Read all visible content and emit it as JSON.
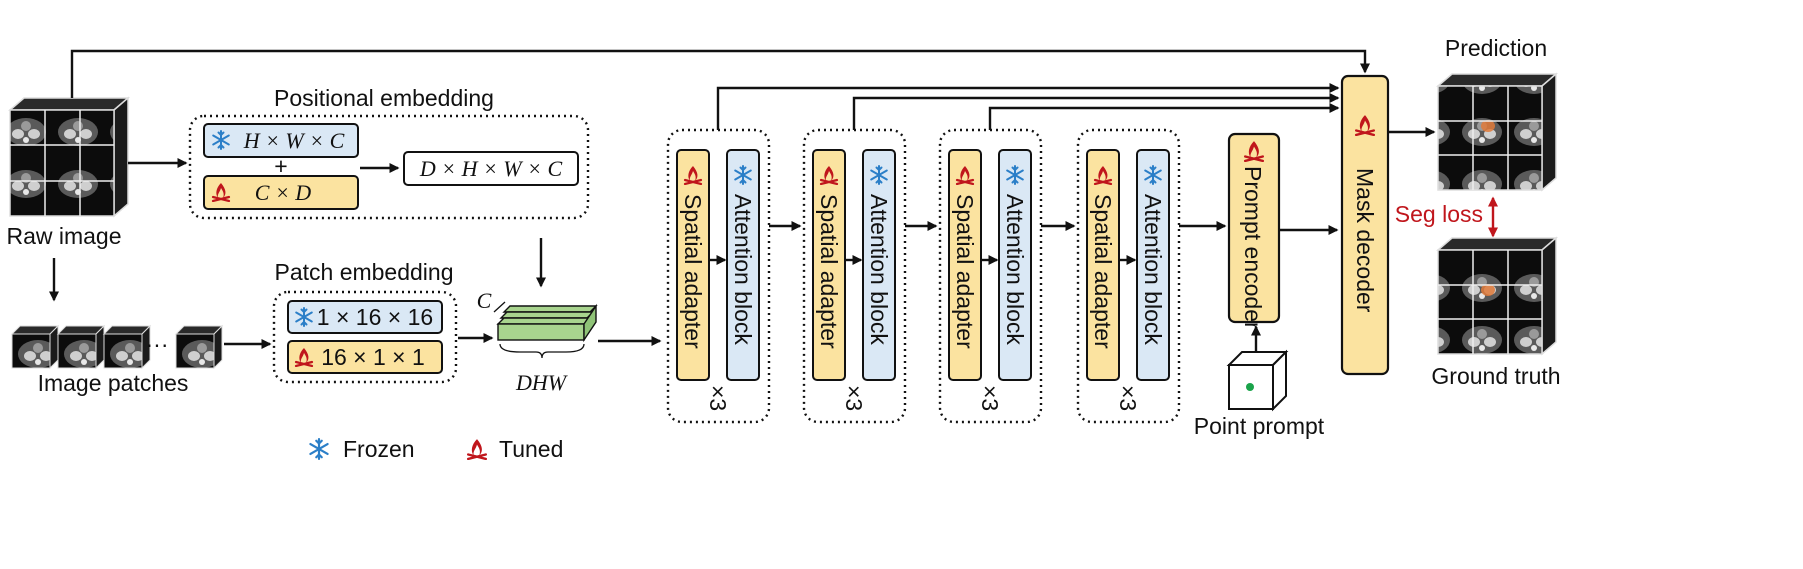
{
  "labels": {
    "raw_image": "Raw image",
    "image_patches": "Image patches",
    "positional_embedding": "Positional embedding",
    "patch_embedding": "Patch embedding",
    "pos_frozen_expr": "H × W × C",
    "plus": "+",
    "pos_tuned_expr": "C × D",
    "pos_result_expr": "D × H × W × C",
    "patch_frozen_expr": "1 × 16 × 16",
    "patch_tuned_expr": "16 × 1 × 1",
    "stack_c_label": "C",
    "stack_dhw_label": "DHW",
    "spatial_adapter": "Spatial adapter",
    "attention_block": "Attention block",
    "repeat": "×3",
    "prompt_encoder": "Prompt encoder",
    "point_prompt": "Point prompt",
    "mask_decoder": "Mask decoder",
    "prediction": "Prediction",
    "ground_truth": "Ground truth",
    "seg_loss": "Seg loss",
    "legend_frozen": "Frozen",
    "legend_tuned": "Tuned",
    "ellipsis": "···"
  },
  "icons": {
    "frozen": "snowflake-icon",
    "tuned": "flame-icon"
  },
  "colors": {
    "frozen_fill": "#dae8f5",
    "tuned_fill": "#fbe3a0",
    "feature_green": "#a8d48e",
    "seg_loss_red": "#c0161c",
    "point_green": "#1aa34a"
  }
}
